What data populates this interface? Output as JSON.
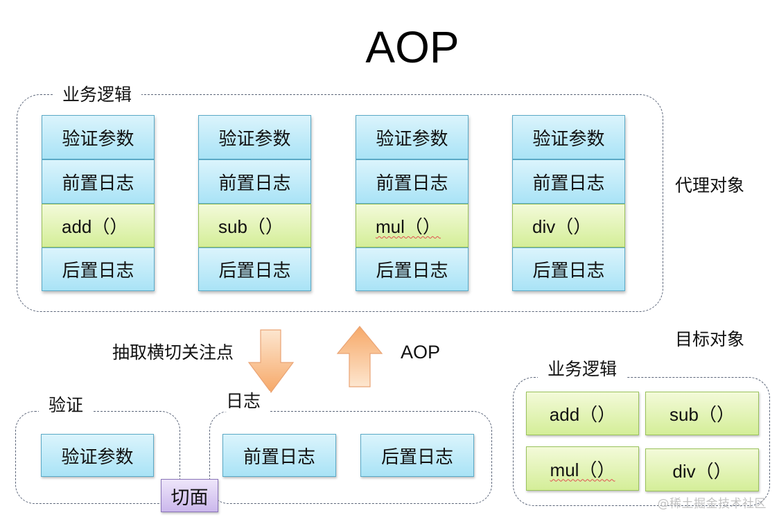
{
  "title": "AOP",
  "proxy": {
    "group_label": "业务逻辑",
    "side_label": "代理对象",
    "stacks": [
      {
        "cells": [
          "验证参数",
          "前置日志",
          "add（）",
          "后置日志"
        ],
        "method_squiggle": false
      },
      {
        "cells": [
          "验证参数",
          "前置日志",
          "sub（）",
          "后置日志"
        ],
        "method_squiggle": false
      },
      {
        "cells": [
          "验证参数",
          "前置日志",
          "mul（）",
          "后置日志"
        ],
        "method_squiggle": true
      },
      {
        "cells": [
          "验证参数",
          "前置日志",
          "div（）",
          "后置日志"
        ],
        "method_squiggle": false
      }
    ]
  },
  "arrows": {
    "down_label": "抽取横切关注点",
    "up_label": "AOP",
    "colors": {
      "light": "#fde3c8",
      "dark": "#f5a66a",
      "stroke": "#e8a070"
    }
  },
  "aspects": {
    "validation": {
      "label": "验证",
      "items": [
        "验证参数"
      ]
    },
    "logging": {
      "label": "日志",
      "items": [
        "前置日志",
        "后置日志"
      ]
    },
    "aspect_badge": "切面"
  },
  "target": {
    "side_label": "目标对象",
    "group_label": "业务逻辑",
    "methods": [
      "add（）",
      "sub（）",
      "mul（）",
      "div（）"
    ]
  },
  "watermark": "@稀土掘金技术社区",
  "colors": {
    "blue_top": "#dbf4fc",
    "blue_bottom": "#a9e3f6",
    "green_top": "#f3fad9",
    "green_bottom": "#d4ee98",
    "purple_top": "#eee6fa",
    "purple_bottom": "#cbb8ec",
    "dashed_border": "#5a6478"
  }
}
